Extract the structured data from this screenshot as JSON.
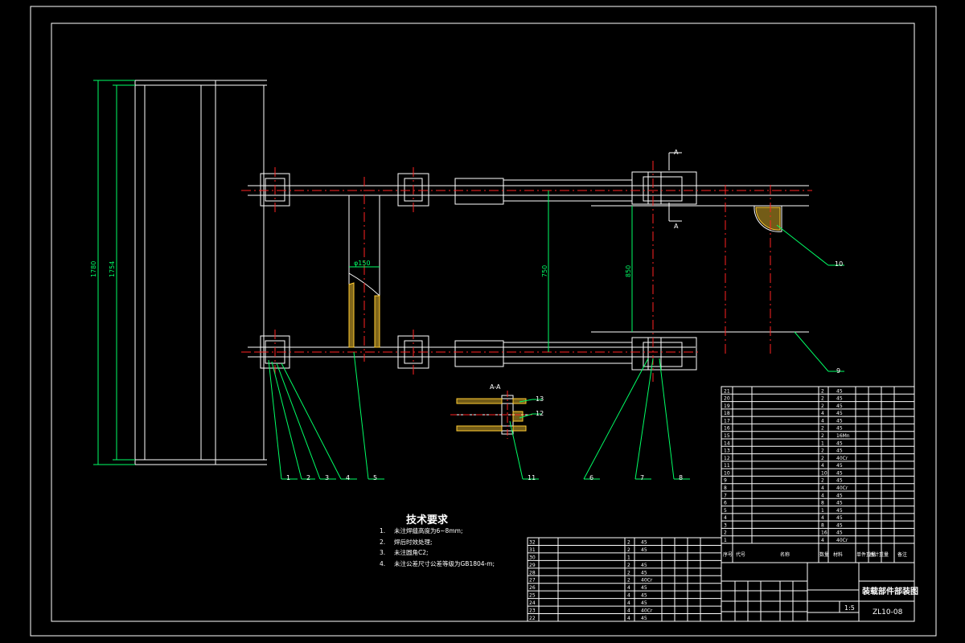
{
  "title_block": {
    "drawing_name": "装载部件部装图",
    "drawing_no": "ZL10-08",
    "scale": "1:5"
  },
  "tech_requirements": {
    "title": "技术要求",
    "items": [
      {
        "n": "1.",
        "text": "未注焊缝高度为6~8mm;"
      },
      {
        "n": "2.",
        "text": "焊后时效处理;"
      },
      {
        "n": "3.",
        "text": "未注圆角C2;"
      },
      {
        "n": "4.",
        "text": "未注公差尺寸公差等级为GB1804-m;"
      }
    ]
  },
  "dimensions": {
    "outer_height": "1780",
    "inner_height": "1754",
    "tube_dia": "φ150",
    "span_a": "750",
    "span_b": "850"
  },
  "section": {
    "label": "A-A",
    "marker_top": "A",
    "marker_bottom": "A"
  },
  "balloons": [
    "1",
    "2",
    "3",
    "4",
    "5",
    "11",
    "6",
    "7",
    "8",
    "9",
    "10",
    "12",
    "13"
  ],
  "bom_right_header": [
    "序号",
    "代号",
    "名称",
    "数量",
    "材料",
    "单件重量",
    "总计重量",
    "备注"
  ],
  "bom_right": [
    {
      "no": "21",
      "qty": "2",
      "mat": "45"
    },
    {
      "no": "20",
      "qty": "2",
      "mat": "45"
    },
    {
      "no": "19",
      "qty": "2",
      "mat": "45"
    },
    {
      "no": "18",
      "qty": "4",
      "mat": "45"
    },
    {
      "no": "17",
      "qty": "4",
      "mat": "45"
    },
    {
      "no": "16",
      "qty": "2",
      "mat": "45"
    },
    {
      "no": "15",
      "qty": "2",
      "mat": "16Mn"
    },
    {
      "no": "14",
      "qty": "1",
      "mat": "45"
    },
    {
      "no": "13",
      "qty": "2",
      "mat": "45"
    },
    {
      "no": "12",
      "qty": "2",
      "mat": "40Cr"
    },
    {
      "no": "11",
      "qty": "4",
      "mat": "45"
    },
    {
      "no": "10",
      "qty": "10",
      "mat": "45"
    },
    {
      "no": "9",
      "qty": "2",
      "mat": "45"
    },
    {
      "no": "8",
      "qty": "4",
      "mat": "40Cr"
    },
    {
      "no": "7",
      "qty": "4",
      "mat": "45"
    },
    {
      "no": "6",
      "qty": "8",
      "mat": "45"
    },
    {
      "no": "5",
      "qty": "1",
      "mat": "45"
    },
    {
      "no": "4",
      "qty": "4",
      "mat": "45"
    },
    {
      "no": "3",
      "qty": "8",
      "mat": "45"
    },
    {
      "no": "2",
      "qty": "16",
      "mat": "45"
    },
    {
      "no": "1",
      "qty": "4",
      "mat": "40Cr"
    }
  ],
  "bom_left": [
    {
      "no": "32",
      "qty": "2",
      "mat": "45"
    },
    {
      "no": "31",
      "qty": "2",
      "mat": "45"
    },
    {
      "no": "30",
      "qty": "1",
      "mat": ""
    },
    {
      "no": "29",
      "qty": "2",
      "mat": "45"
    },
    {
      "no": "28",
      "qty": "2",
      "mat": "45"
    },
    {
      "no": "27",
      "qty": "2",
      "mat": "40Cr"
    },
    {
      "no": "26",
      "qty": "4",
      "mat": "45"
    },
    {
      "no": "25",
      "qty": "4",
      "mat": "45"
    },
    {
      "no": "24",
      "qty": "4",
      "mat": "45"
    },
    {
      "no": "23",
      "qty": "4",
      "mat": "40Cr"
    },
    {
      "no": "22",
      "qty": "4",
      "mat": "45"
    }
  ],
  "colors": {
    "line": "#ffffff",
    "dim": "#00ff66",
    "center": "#ff2222",
    "hatch": "#ffcc33"
  }
}
